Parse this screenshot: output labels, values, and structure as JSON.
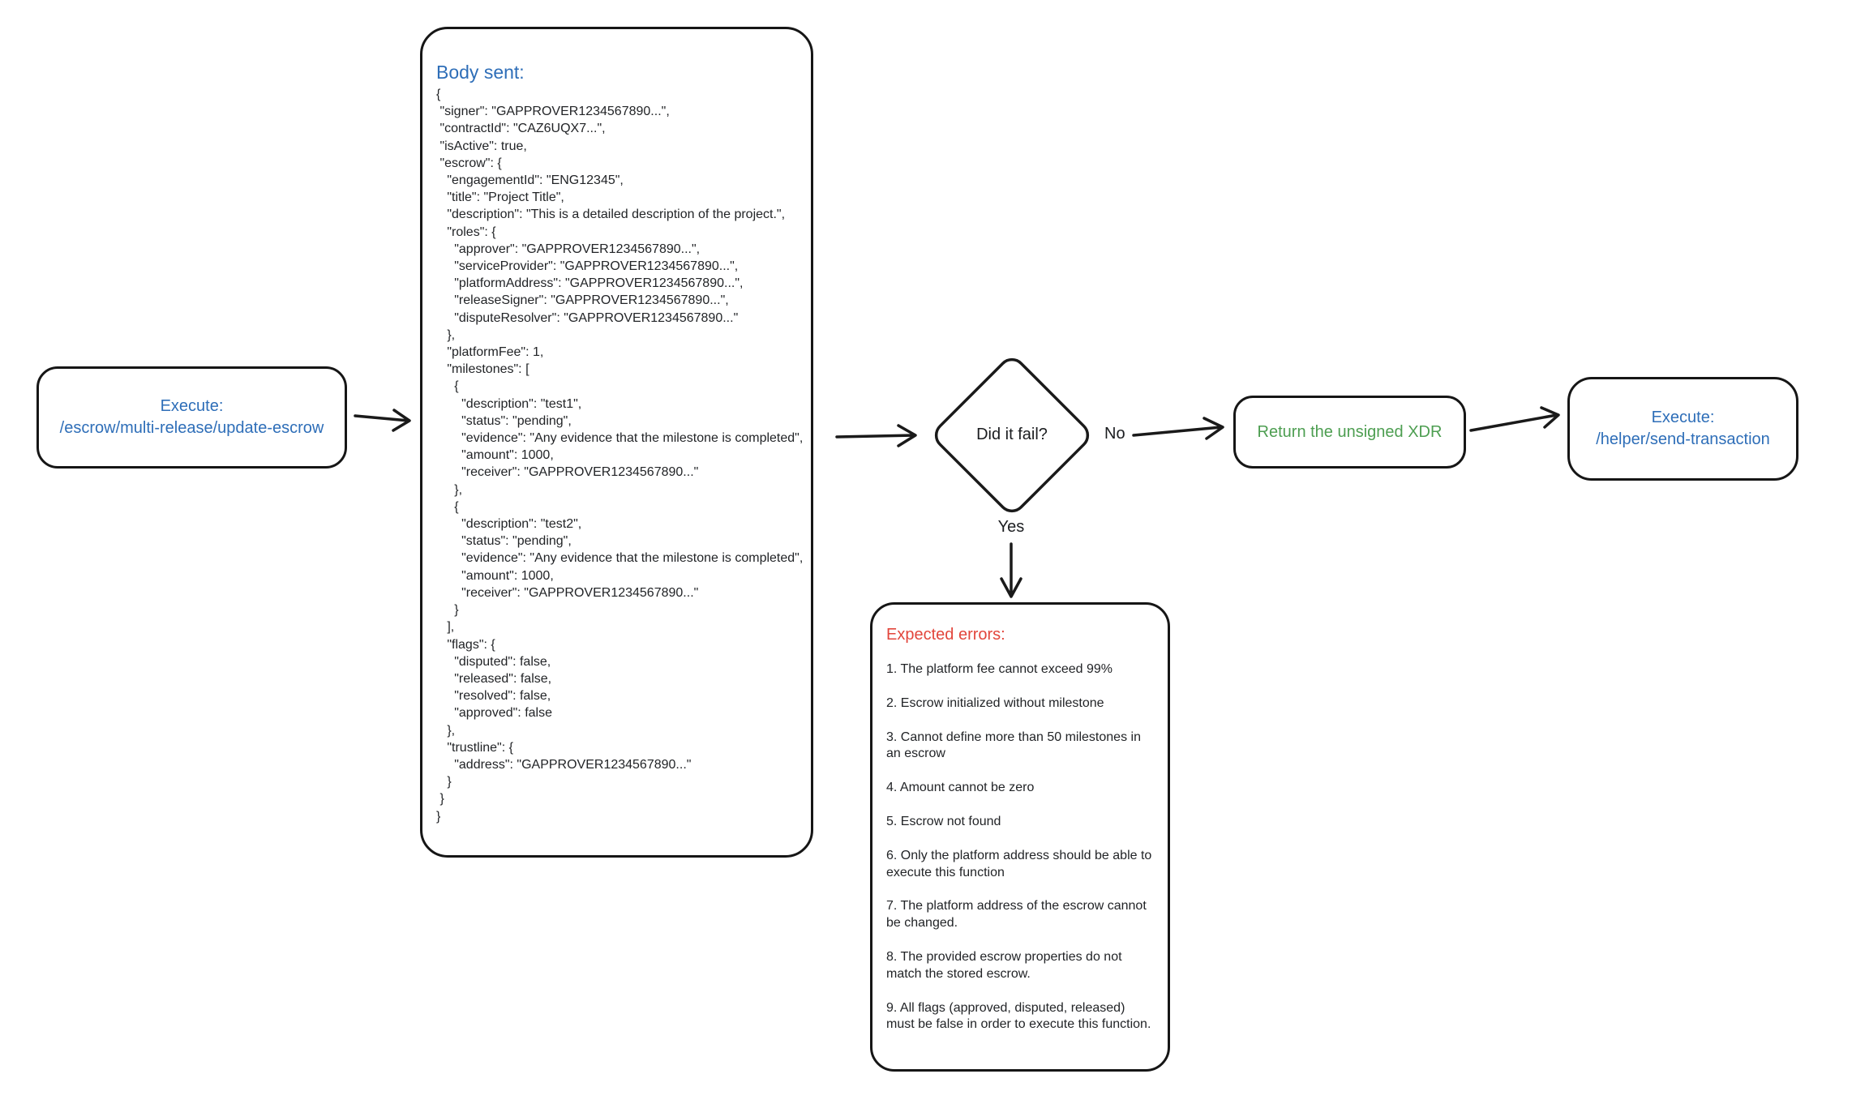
{
  "colors": {
    "blue": "#2e6eb8",
    "green": "#4d9e51",
    "red": "#e2463c",
    "ink": "#161616",
    "background": "#ffffff"
  },
  "nodes": {
    "start": {
      "label_line1": "Execute:",
      "label_line2": "/escrow/multi-release/update-escrow"
    },
    "body": {
      "title": "Body sent:",
      "json_text": "{\n \"signer\": \"GAPPROVER1234567890...\",\n \"contractId\": \"CAZ6UQX7...\",\n \"isActive\": true,\n \"escrow\": {\n   \"engagementId\": \"ENG12345\",\n   \"title\": \"Project Title\",\n   \"description\": \"This is a detailed description of the project.\",\n   \"roles\": {\n     \"approver\": \"GAPPROVER1234567890...\",\n     \"serviceProvider\": \"GAPPROVER1234567890...\",\n     \"platformAddress\": \"GAPPROVER1234567890...\",\n     \"releaseSigner\": \"GAPPROVER1234567890...\",\n     \"disputeResolver\": \"GAPPROVER1234567890...\"\n   },\n   \"platformFee\": 1,\n   \"milestones\": [\n     {\n       \"description\": \"test1\",\n       \"status\": \"pending\",\n       \"evidence\": \"Any evidence that the milestone is completed\",\n       \"amount\": 1000,\n       \"receiver\": \"GAPPROVER1234567890...\"\n     },\n     {\n       \"description\": \"test2\",\n       \"status\": \"pending\",\n       \"evidence\": \"Any evidence that the milestone is completed\",\n       \"amount\": 1000,\n       \"receiver\": \"GAPPROVER1234567890...\"\n     }\n   ],\n   \"flags\": {\n     \"disputed\": false,\n     \"released\": false,\n     \"resolved\": false,\n     \"approved\": false\n   },\n   \"trustline\": {\n     \"address\": \"GAPPROVER1234567890...\"\n   }\n }\n}"
    },
    "decision": {
      "label": "Did it fail?",
      "no_label": "No",
      "yes_label": "Yes"
    },
    "return_xdr": {
      "label": "Return the unsigned XDR"
    },
    "send_tx": {
      "label_line1": "Execute:",
      "label_line2": "/helper/send-transaction"
    },
    "errors": {
      "title": "Expected errors:",
      "items": [
        "1. The platform fee cannot exceed 99%",
        "2. Escrow initialized without milestone",
        "3. Cannot define more than 50 milestones in an escrow",
        "4. Amount cannot be zero",
        "5. Escrow not found",
        "6. Only the platform address should be able to execute this function",
        "7. The platform address of the escrow cannot be changed.",
        "8. The provided escrow properties do not match the stored escrow.",
        "9. All flags (approved, disputed, released) must be false in order to execute this function."
      ]
    }
  }
}
